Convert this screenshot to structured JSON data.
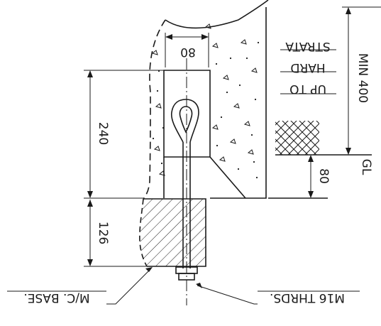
{
  "dimensions": {
    "width_80": "80",
    "depth_240": "240",
    "depth_126": "126",
    "min_400": "MIN 400",
    "gl_offset_80": "80"
  },
  "labels": {
    "gl": "GL",
    "strata_line1": "UP TO",
    "strata_line2": "HARD",
    "strata_line3": "STRATA",
    "base": "M/C. BASE.",
    "bolt": "M16 THRDS."
  },
  "colors": {
    "ink": "#1a1a1a",
    "background": "#ffffff"
  }
}
